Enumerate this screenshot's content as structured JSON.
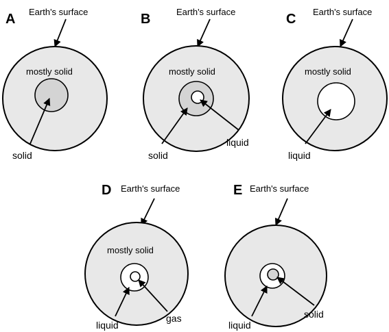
{
  "colors": {
    "outer_fill": "#e8e8e8",
    "solid_fill": "#d4d4d4",
    "liquid_fill": "#ffffff",
    "gas_fill": "#ffffff",
    "outline": "#000000"
  },
  "panels": [
    {
      "letter": "A",
      "surface_label": "Earth's surface",
      "mantle_label": "mostly solid",
      "inner_labels": [
        "solid"
      ],
      "layers": [
        "solid"
      ]
    },
    {
      "letter": "B",
      "surface_label": "Earth's surface",
      "mantle_label": "mostly solid",
      "inner_labels": [
        "solid",
        "liquid"
      ],
      "layers": [
        "solid",
        "liquid"
      ]
    },
    {
      "letter": "C",
      "surface_label": "Earth's surface",
      "mantle_label": "mostly solid",
      "inner_labels": [
        "liquid"
      ],
      "layers": [
        "liquid"
      ]
    },
    {
      "letter": "D",
      "surface_label": "Earth's surface",
      "mantle_label": "mostly solid",
      "inner_labels": [
        "liquid",
        "gas"
      ],
      "layers": [
        "liquid",
        "gas"
      ]
    },
    {
      "letter": "E",
      "surface_label": "Earth's surface",
      "mantle_label": "",
      "inner_labels": [
        "liquid",
        "solid"
      ],
      "layers": [
        "liquid",
        "solid"
      ]
    }
  ]
}
